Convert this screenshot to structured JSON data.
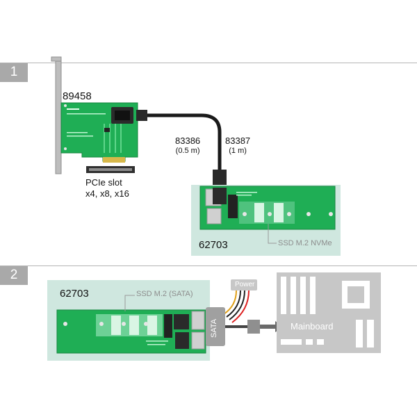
{
  "sections": [
    {
      "number": "1"
    },
    {
      "number": "2"
    }
  ],
  "section1": {
    "card_part_no": "89458",
    "slot_label_line1": "PCIe slot",
    "slot_label_line2": "x4, x8, x16",
    "cable_a_part_no": "83386",
    "cable_a_length": "(0.5 m)",
    "cable_b_part_no": "83387",
    "cable_b_length": "(1 m)",
    "adapter_part_no": "62703",
    "ssd_label": "SSD M.2 NVMe"
  },
  "section2": {
    "adapter_part_no": "62703",
    "ssd_label": "SSD M.2 (SATA)",
    "power_label": "Power",
    "sata_label": "SATA",
    "mainboard_label": "Mainboard"
  },
  "colors": {
    "pcb_green": "#1fae55",
    "panel_bg": "#cfe7df",
    "badge_gray": "#a9a9a9",
    "device_gray": "#c7c7c7"
  }
}
